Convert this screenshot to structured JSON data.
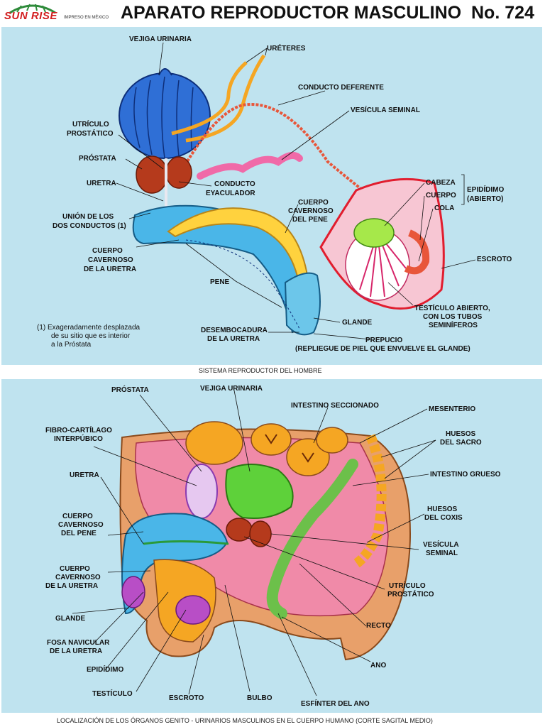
{
  "header": {
    "brand": "SUN RISE",
    "brand_sub": "IMPRESO EN MÉXICO",
    "title": "APARATO REPRODUCTOR MASCULINO",
    "number": "No. 724"
  },
  "top_panel": {
    "caption": "SISTEMA REPRODUCTOR DEL HOMBRE",
    "labels": {
      "vejiga": "VEJIGA URINARIA",
      "ureteres": "URÉTERES",
      "conducto_deferente": "CONDUCTO DEFERENTE",
      "vesicula": "VESÍCULA SEMINAL",
      "utriculo_1": "UTRÍCULO",
      "utriculo_2": "PROSTÁTICO",
      "prostata": "PRÓSTATA",
      "uretra": "URETRA",
      "conducto_eyac_1": "CONDUCTO",
      "conducto_eyac_2": "EYACULADOR",
      "union_1": "UNIÓN DE LOS",
      "union_2": "DOS CONDUCTOS (1)",
      "cuerpo_pene_1": "CUERPO",
      "cuerpo_pene_2": "CAVERNOSO",
      "cuerpo_pene_3": "DEL PENE",
      "cuerpo_uretra_1": "CUERPO",
      "cuerpo_uretra_2": "CAVERNOSO",
      "cuerpo_uretra_3": "DE LA URETRA",
      "pene": "PENE",
      "glande": "GLANDE",
      "desemb_1": "DESEMBOCADURA",
      "desemb_2": "DE LA URETRA",
      "prepucio_1": "PREPUCIO",
      "prepucio_2": "(REPLIEGUE DE PIEL QUE ENVUELVE EL GLANDE)",
      "cabeza": "CABEZA",
      "cuerpo": "CUERPO",
      "cola": "COLA",
      "epididimo_1": "EPIDÍDIMO",
      "epididimo_2": "(ABIERTO)",
      "escroto": "ESCROTO",
      "testiculo_1": "TESTÍCULO ABIERTO,",
      "testiculo_2": "CON LOS TUBOS",
      "testiculo_3": "SEMINÍFEROS"
    },
    "footnote": [
      "(1)  Exageradamente desplazada",
      "de su sitio que es interior",
      "a la Próstata"
    ]
  },
  "bottom_panel": {
    "caption": "LOCALIZACIÓN DE LOS ÓRGANOS GENITO - URINARIOS MASCULINOS EN EL CUERPO HUMANO (CORTE SAGITAL MEDIO)",
    "labels": {
      "prostata": "PRÓSTATA",
      "vejiga": "VEJIGA URINARIA",
      "intestino_secc": "INTESTINO SECCIONADO",
      "mesenterio": "MESENTERIO",
      "fibro_1": "FIBRO-CARTÍLAGO",
      "fibro_2": "INTERPÚBICO",
      "sacro_1": "HUESOS",
      "sacro_2": "DEL SACRO",
      "uretra": "URETRA",
      "intestino_grueso": "INTESTINO GRUESO",
      "cuerpo_pene_1": "CUERPO",
      "cuerpo_pene_2": "CAVERNOSO",
      "cuerpo_pene_3": "DEL PENE",
      "coxis_1": "HUESOS",
      "coxis_2": "DEL COXIS",
      "vesicula_1": "VESÍCULA",
      "vesicula_2": "SEMINAL",
      "cuerpo_uretra_1": "CUERPO",
      "cuerpo_uretra_2": "CAVERNOSO",
      "cuerpo_uretra_3": "DE LA URETRA",
      "utriculo_1": "UTRÍCULO",
      "utriculo_2": "PROSTÁTICO",
      "glande": "GLANDE",
      "recto": "RECTO",
      "fosa_1": "FOSA NAVICULAR",
      "fosa_2": "DE LA URETRA",
      "ano": "ANO",
      "epididimo": "EPIDÍDIMO",
      "testiculo": "TESTÍCULO",
      "escroto": "ESCROTO",
      "bulbo": "BULBO",
      "esfinter": "ESFÍNTER DEL ANO"
    }
  }
}
